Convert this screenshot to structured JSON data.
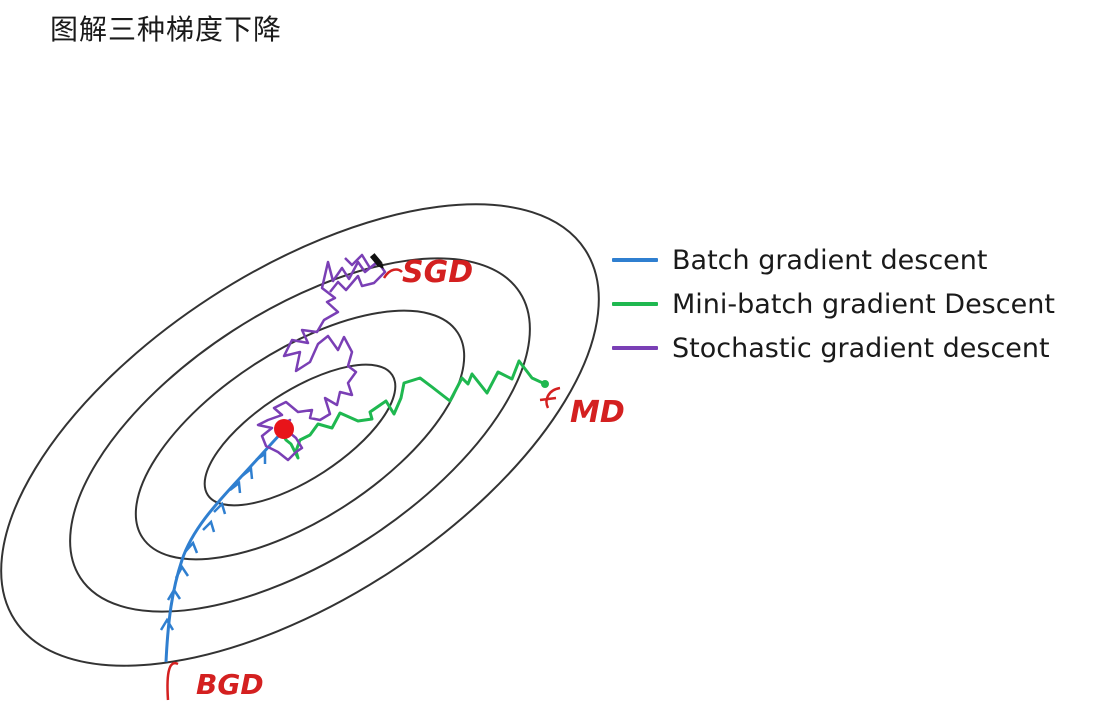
{
  "title": "图解三种梯度下降",
  "legend": [
    {
      "label": "Batch gradient descent",
      "color": "#2f7fd0"
    },
    {
      "label": "Mini-batch gradient Descent",
      "color": "#1fb850"
    },
    {
      "label": "Stochastic gradient descent",
      "color": "#7a3fb5"
    }
  ],
  "annotations": {
    "sgd": "SGD",
    "mbgd": "MD",
    "bgd": "BGD"
  },
  "colors": {
    "contour": "#333333",
    "minimum": "#e8141a",
    "annotation": "#d42020"
  }
}
